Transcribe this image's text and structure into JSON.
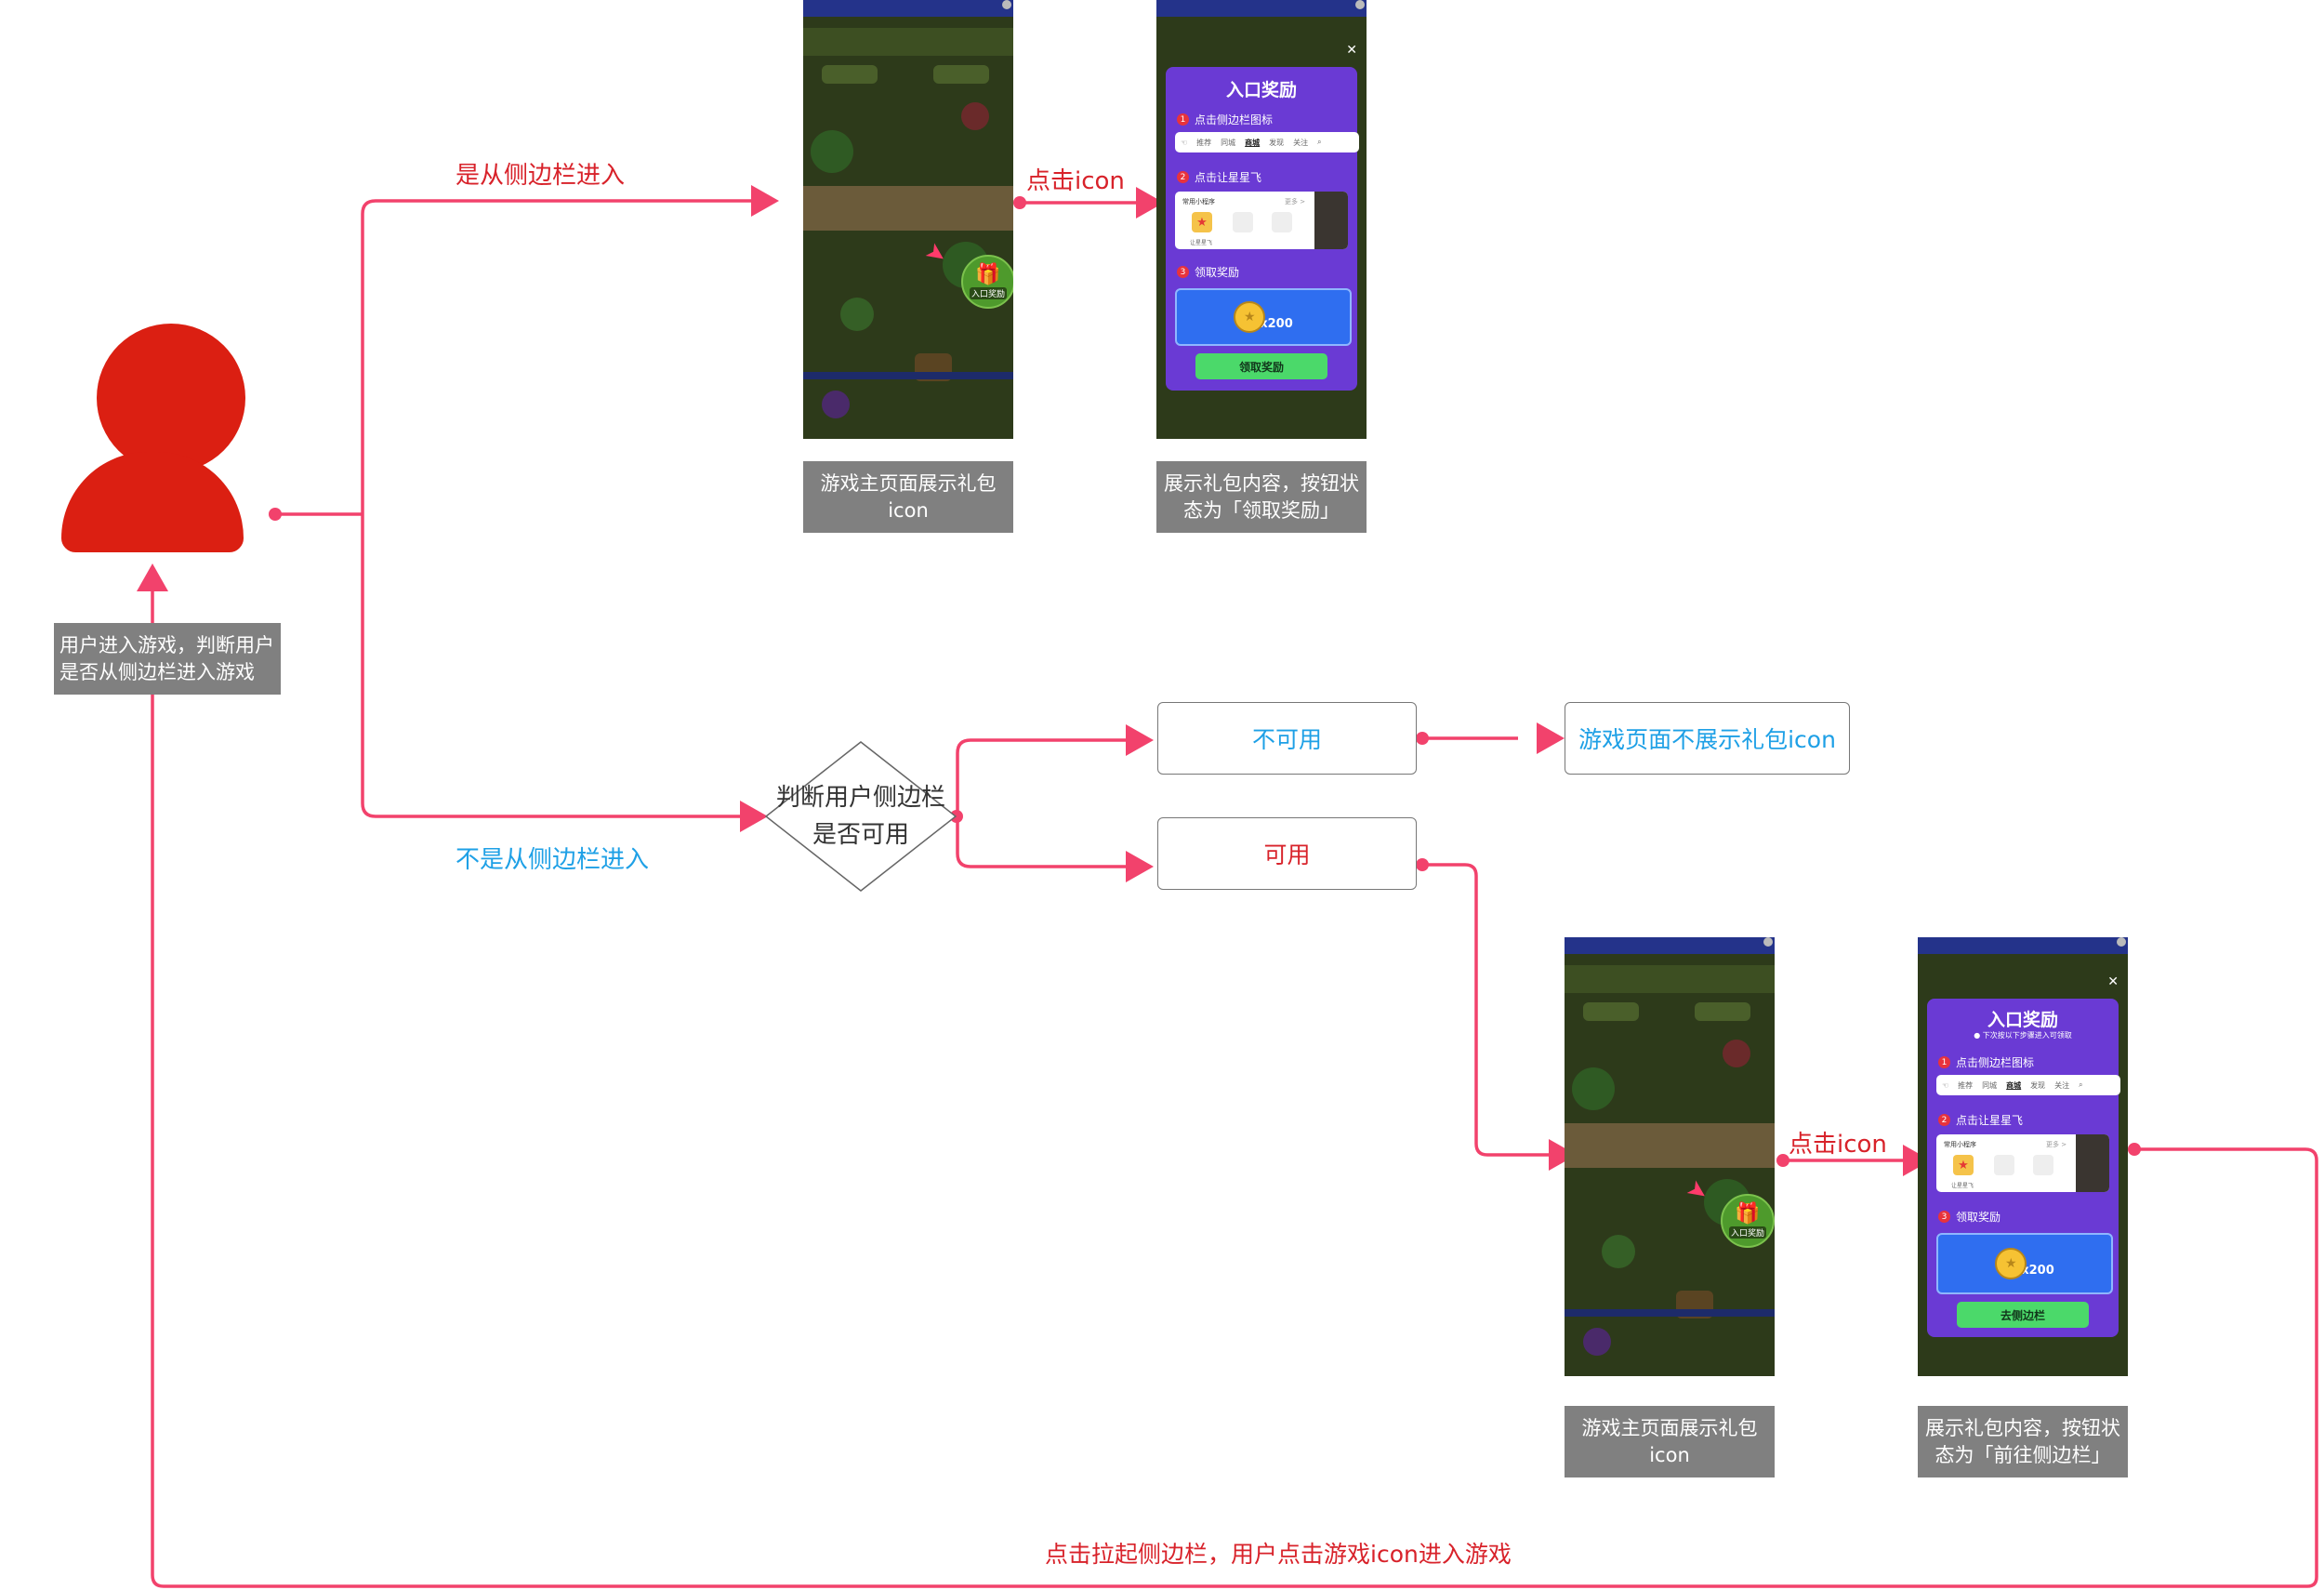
{
  "colors": {
    "connector": "#f2426c",
    "person": "#db1f12",
    "red_text": "#d8222a",
    "blue_text": "#1ea0e6",
    "caption_bg": "#808080"
  },
  "person": {
    "icon": "user-icon",
    "caption": [
      "用户进入游戏，判断用户",
      "是否从侧边栏进入游戏"
    ]
  },
  "branches": {
    "from_sidebar": "是从侧边栏进入",
    "not_from_sidebar": "不是从侧边栏进入"
  },
  "click_icon_label": "点击icon",
  "decision": {
    "lines": [
      "判断用户侧边栏",
      "是否可用"
    ]
  },
  "unavailable": {
    "label": "不可用",
    "result": "游戏页面不展示礼包icon"
  },
  "available": {
    "label": "可用"
  },
  "screens": {
    "game_main_caption": "游戏主页面展示礼包icon",
    "gift_badge_label": "入口奖励",
    "modal_claim_caption": [
      "展示礼包内容，按钮状",
      "态为「领取奖励」"
    ],
    "modal_goto_caption": [
      "展示礼包内容，按钮状",
      "态为「前往侧边栏」"
    ]
  },
  "modal": {
    "title": "入口奖励",
    "subtitle": "● 下次按以下步骤进入可领取",
    "step1": "点击侧边栏图标",
    "step2": "点击让星星飞",
    "step3": "领取奖励",
    "tabs": [
      "推荐",
      "同城",
      "商城",
      "发现",
      "关注"
    ],
    "card_title": "常用小程序",
    "card_more": "更多 >",
    "card_app": "让星星飞",
    "reward": "x200",
    "claim_button": "领取奖励",
    "goto_button": "去侧边栏"
  },
  "loop_label": "点击拉起侧边栏，用户点击游戏icon进入游戏"
}
